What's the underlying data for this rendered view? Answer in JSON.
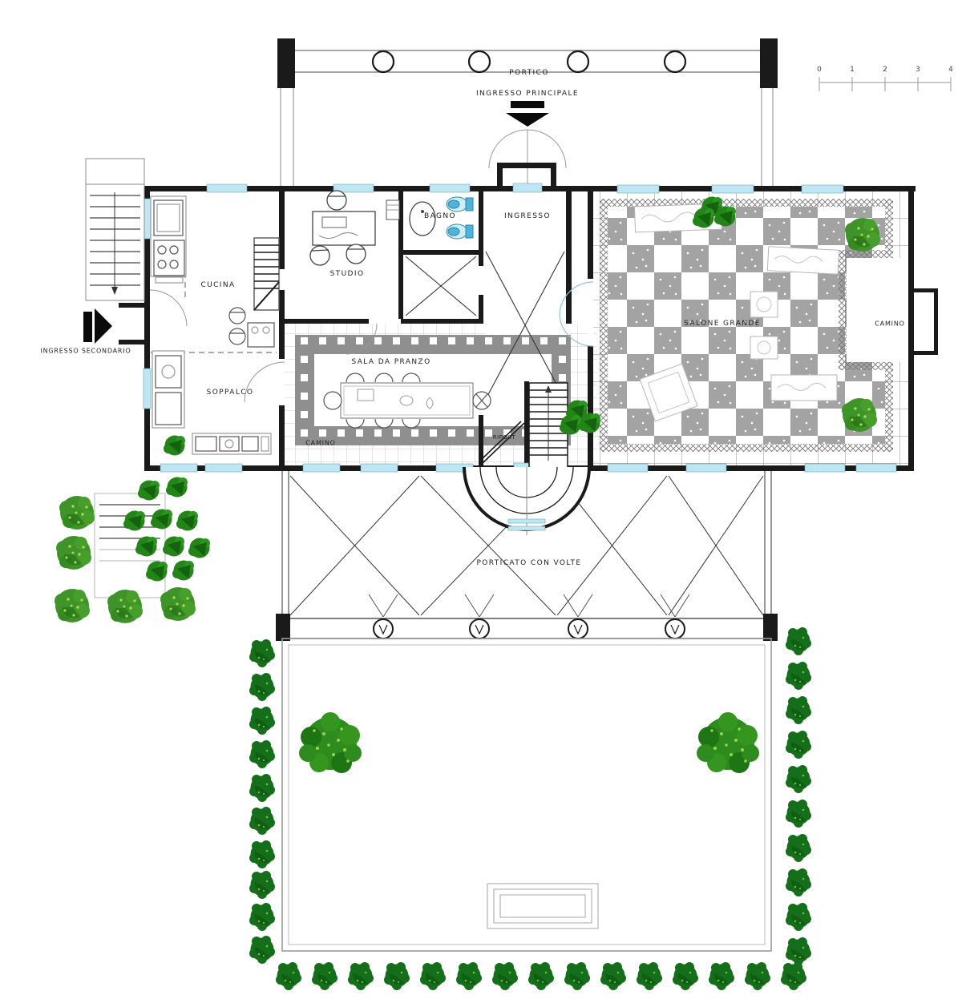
{
  "labels": {
    "portico": "PORTICO",
    "ingresso_principale": "INGRESSO PRINCIPALE",
    "bagno": "BAGNO",
    "ingresso": "INGRESSO",
    "studio": "STUDIO",
    "cucina": "CUCINA",
    "salone_grande": "SALONE GRANDE",
    "camino": "CAMINO",
    "camino_sala": "CAMINO",
    "ingresso_secondario": "INGRESSO SECONDARIO",
    "soppalco": "SOPPALCO",
    "sala_da_pranzo": "SALA DA PRANZO",
    "ripostiglio": "RIPOST",
    "porticato": "PORTICATO CON VOLTE"
  },
  "scale_bar": {
    "ticks": [
      "0",
      "1",
      "2",
      "3",
      "4"
    ]
  },
  "colors": {
    "wall": "#1a1a1a",
    "window": "#bfe7f3",
    "tile_dark": "#a3a3a3",
    "band_gray": "#8f8f8f",
    "bush_dark": "#156f1a",
    "bush_faceted": "#238417",
    "bush_light": "#3e9428",
    "tree": "#2e8c1e",
    "fixture_blue": "#4fb3dc"
  }
}
